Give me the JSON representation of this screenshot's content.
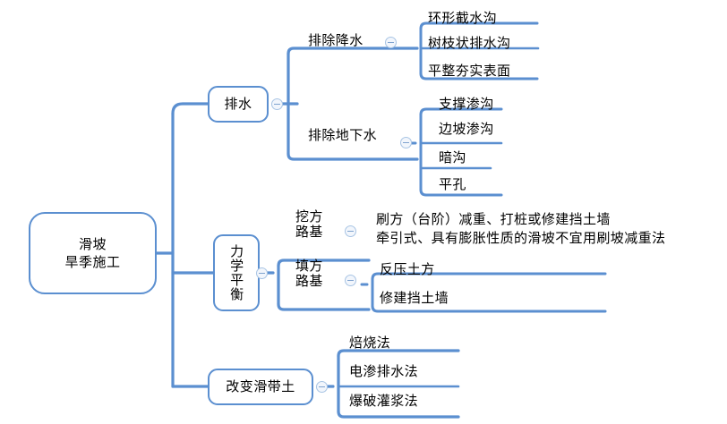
{
  "diagram": {
    "type": "mind-map",
    "title": "滑坡旱季施工",
    "line_color": "#5B8FD0",
    "text_color": "#000000",
    "background": "#FFFFFF"
  },
  "root": {
    "line1": "滑坡",
    "line2": "旱季施工"
  },
  "branches": [
    {
      "id": "drainage",
      "label": "排水",
      "collapse": "minus",
      "groups": [
        {
          "id": "surface-water",
          "label": "排除降水",
          "collapse": "minus",
          "leaves": [
            "环形截水沟",
            "树枝状排水沟",
            "平整夯实表面"
          ]
        },
        {
          "id": "ground-water",
          "label": "排除地下水",
          "collapse": "minus",
          "leaves": [
            "支撑渗沟",
            "边坡渗沟",
            "暗沟",
            "平孔"
          ]
        }
      ]
    },
    {
      "id": "mechanical-balance",
      "label": "力学平衡",
      "collapse": "minus",
      "groups": [
        {
          "id": "cut-subgrade",
          "label_line1": "挖方",
          "label_line2": "路基",
          "collapse": "minus",
          "leaves": [
            "刷方（台阶）减重、打桩或修建挡土墙",
            "牵引式、具有膨胀性质的滑坡不宜用刷坡减重法"
          ]
        },
        {
          "id": "fill-subgrade",
          "label_line1": "填方",
          "label_line2": "路基",
          "collapse": "minus",
          "leaves": [
            "反压土方",
            "修建挡土墙"
          ]
        }
      ]
    },
    {
      "id": "slip-soil-change",
      "label": "改变滑带土",
      "collapse": "minus",
      "leaves": [
        "焙烧法",
        "电渗排水法",
        "爆破灌浆法"
      ]
    }
  ]
}
